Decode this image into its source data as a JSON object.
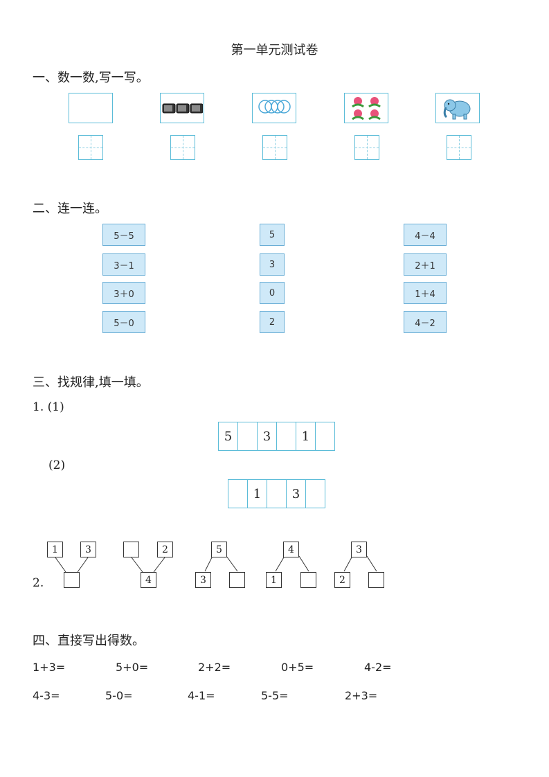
{
  "title": "第一单元测试卷",
  "sections": {
    "s1": "一、数一数,写一写。",
    "s2": "二、连一连。",
    "s3": "三、找规律,填一填。",
    "s4": "四、直接写出得数。"
  },
  "pictures": [
    {
      "icon": "empty-box",
      "count": 0
    },
    {
      "icon": "tv-icon",
      "count": 3
    },
    {
      "icon": "rings-icon",
      "count": 4
    },
    {
      "icon": "flower-icon",
      "count": 4
    },
    {
      "icon": "elephant-icon",
      "count": 1
    }
  ],
  "match": {
    "left": [
      "5－5",
      "3－1",
      "3＋0",
      "5－0"
    ],
    "middle": [
      "5",
      "3",
      "0",
      "2"
    ],
    "right": [
      "4－4",
      "2＋1",
      "1＋4",
      "4－2"
    ]
  },
  "pattern": {
    "label1": "1. (1)",
    "row1": [
      "5",
      "",
      "3",
      "",
      "1",
      ""
    ],
    "label2": "(2)",
    "row2": [
      "",
      "1",
      "",
      "3",
      ""
    ]
  },
  "decomp": {
    "label": "2.",
    "items": [
      {
        "a": "1",
        "b": "3",
        "c": ""
      },
      {
        "a": "",
        "b": "2",
        "c": "4"
      },
      {
        "top": "5",
        "l": "3",
        "r": ""
      },
      {
        "top": "4",
        "l": "1",
        "r": ""
      },
      {
        "top": "3",
        "l": "2",
        "r": ""
      }
    ]
  },
  "calc": {
    "row1": [
      "1+3=",
      "5+0=",
      "2+2=",
      "0+5=",
      "4-2="
    ],
    "row2": [
      "4-3=",
      "5-0=",
      "4-1=",
      "5-5=",
      "2+3="
    ]
  },
  "colors": {
    "accent": "#5bbcd8",
    "match_fill": "#cfe9f8"
  }
}
